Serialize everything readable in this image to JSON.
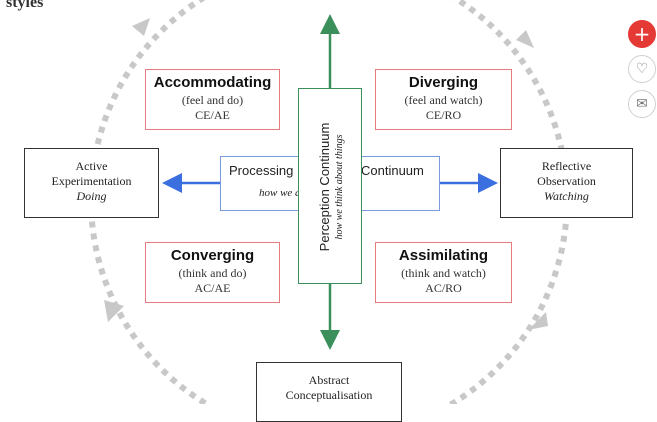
{
  "heading": "styles",
  "quadrants": {
    "accommodating": {
      "title": "Accommodating",
      "desc": "(feel and do)",
      "code": "CE/AE"
    },
    "diverging": {
      "title": "Diverging",
      "desc": "(feel and watch)",
      "code": "CE/RO"
    },
    "converging": {
      "title": "Converging",
      "desc": "(think and do)",
      "code": "AC/AE"
    },
    "assimilating": {
      "title": "Assimilating",
      "desc": "(think and watch)",
      "code": "AC/RO"
    }
  },
  "sides": {
    "active": {
      "line1": "Active",
      "line2": "Experimentation",
      "mode": "Doing"
    },
    "reflective": {
      "line1": "Reflective",
      "line2": "Observation",
      "mode": "Watching"
    },
    "abstract": {
      "line1": "Abstract",
      "line2": "Conceptualisation"
    }
  },
  "processing": {
    "left": "Processing",
    "right": "Continuum",
    "sub": "how we do things"
  },
  "perception": {
    "label": "Perception Continuum",
    "sub": "how we think about things"
  },
  "colors": {
    "circle": "#c8c8c8",
    "quad_border": "#e8797c",
    "vertical_arrow": "#3a8f5a",
    "horizontal_arrow": "#3b6fe0",
    "share": "#e53935"
  },
  "icons": [
    "plus-icon",
    "heart-icon",
    "mail-icon"
  ]
}
